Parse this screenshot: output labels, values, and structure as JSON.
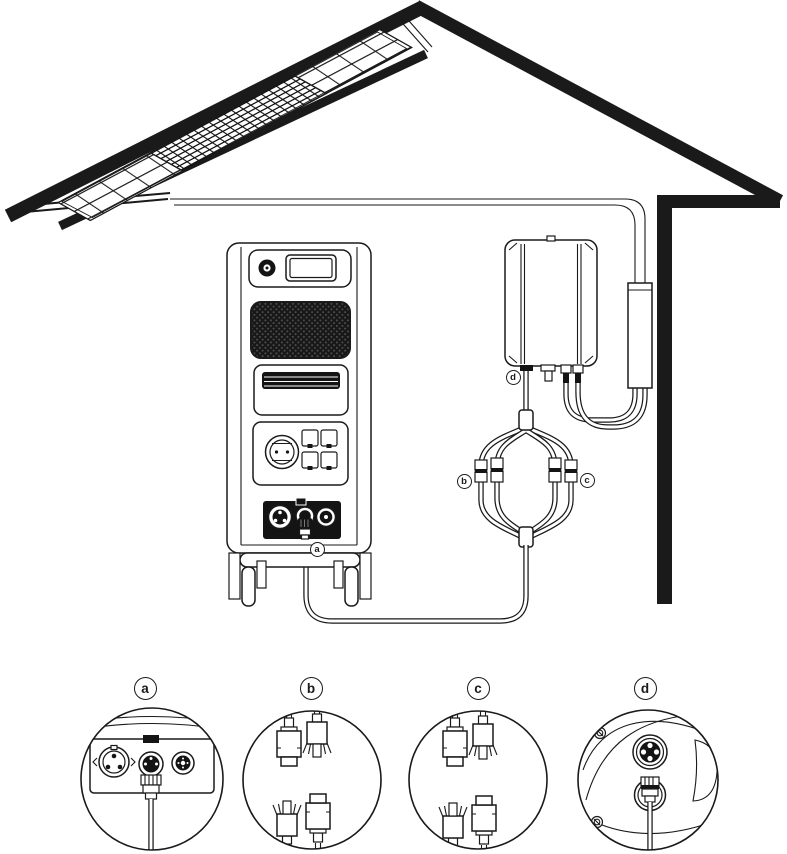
{
  "diagram": {
    "callouts": {
      "a": "a",
      "b": "b",
      "c": "c",
      "d": "d"
    },
    "colors": {
      "line": "#1a1a1a",
      "dark_fill": "#141414",
      "background": "#ffffff"
    }
  }
}
